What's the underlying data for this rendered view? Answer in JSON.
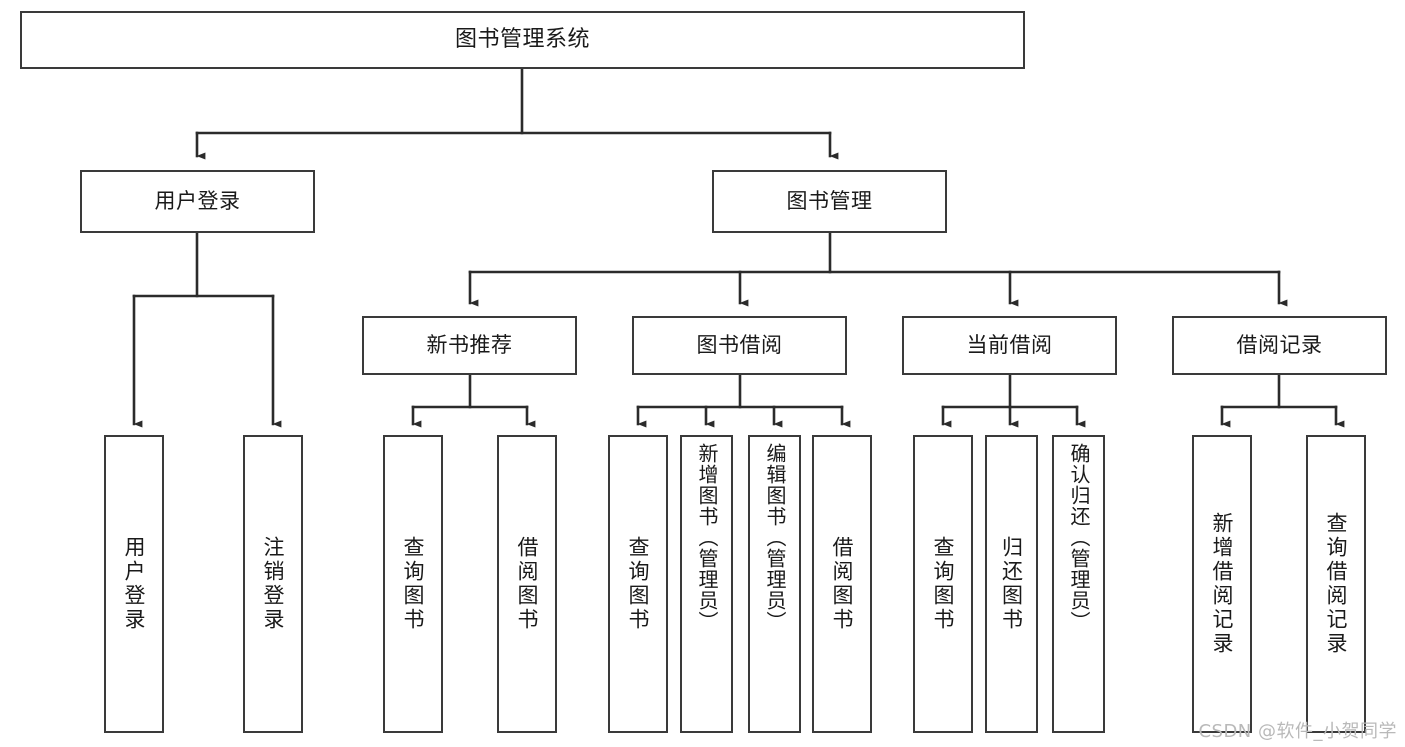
{
  "diagram": {
    "type": "tree-hierarchy",
    "title": "图书管理系统",
    "watermark": "CSDN @软件_小贺同学",
    "colors": {
      "box_border": "#3a3a3a",
      "box_fill": "#ffffff",
      "connector": "#2b2b2b",
      "text": "#1a1a1a",
      "watermark": "#b9b9b9",
      "background": "#ffffff"
    },
    "root": {
      "label": "图书管理系统"
    },
    "level2": [
      {
        "label": "用户登录"
      },
      {
        "label": "图书管理"
      }
    ],
    "level3": [
      {
        "label": "新书推荐"
      },
      {
        "label": "图书借阅"
      },
      {
        "label": "当前借阅"
      },
      {
        "label": "借阅记录"
      }
    ],
    "leaves": {
      "user_login": [
        {
          "label": "用户登录"
        },
        {
          "label": "注销登录"
        }
      ],
      "new_book_recommend": [
        {
          "label": "查询图书"
        },
        {
          "label": "借阅图书"
        }
      ],
      "book_borrow": [
        {
          "label": "查询图书"
        },
        {
          "label": "新增图书（管理员）"
        },
        {
          "label": "编辑图书（管理员）"
        },
        {
          "label": "借阅图书"
        }
      ],
      "current_borrow": [
        {
          "label": "查询图书"
        },
        {
          "label": "归还图书"
        },
        {
          "label": "确认归还（管理员）"
        }
      ],
      "borrow_record": [
        {
          "label": "新增借阅记录"
        },
        {
          "label": "查询借阅记录"
        }
      ]
    }
  }
}
